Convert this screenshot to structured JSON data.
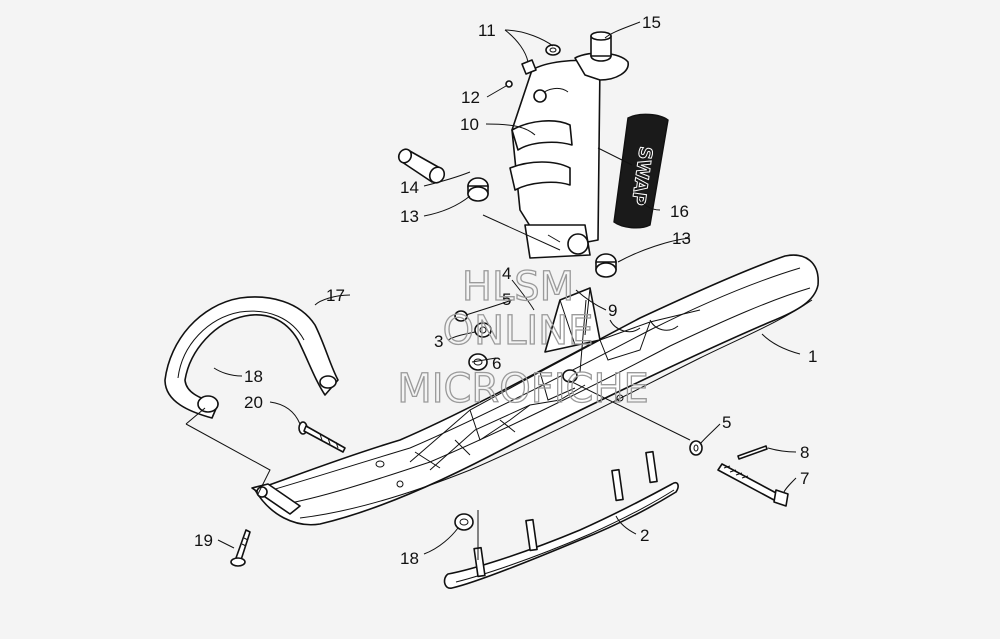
{
  "callouts": [
    {
      "id": "c1",
      "label": "1"
    },
    {
      "id": "c2",
      "label": "2"
    },
    {
      "id": "c3",
      "label": "3"
    },
    {
      "id": "c4",
      "label": "4"
    },
    {
      "id": "c5a",
      "label": "5"
    },
    {
      "id": "c5b",
      "label": "5"
    },
    {
      "id": "c6",
      "label": "6"
    },
    {
      "id": "c7",
      "label": "7"
    },
    {
      "id": "c8",
      "label": "8"
    },
    {
      "id": "c9",
      "label": "9"
    },
    {
      "id": "c10",
      "label": "10"
    },
    {
      "id": "c11",
      "label": "11"
    },
    {
      "id": "c12",
      "label": "12"
    },
    {
      "id": "c13a",
      "label": "13"
    },
    {
      "id": "c13b",
      "label": "13"
    },
    {
      "id": "c14",
      "label": "14"
    },
    {
      "id": "c15",
      "label": "15"
    },
    {
      "id": "c16",
      "label": "16"
    },
    {
      "id": "c17",
      "label": "17"
    },
    {
      "id": "c18a",
      "label": "18"
    },
    {
      "id": "c18b",
      "label": "18"
    },
    {
      "id": "c19",
      "label": "19"
    },
    {
      "id": "c20",
      "label": "20"
    }
  ],
  "watermark": {
    "line1": "HLSM",
    "line2": "ONLINE",
    "line3": "MICROFICHE"
  },
  "decal_text": "SWAP"
}
